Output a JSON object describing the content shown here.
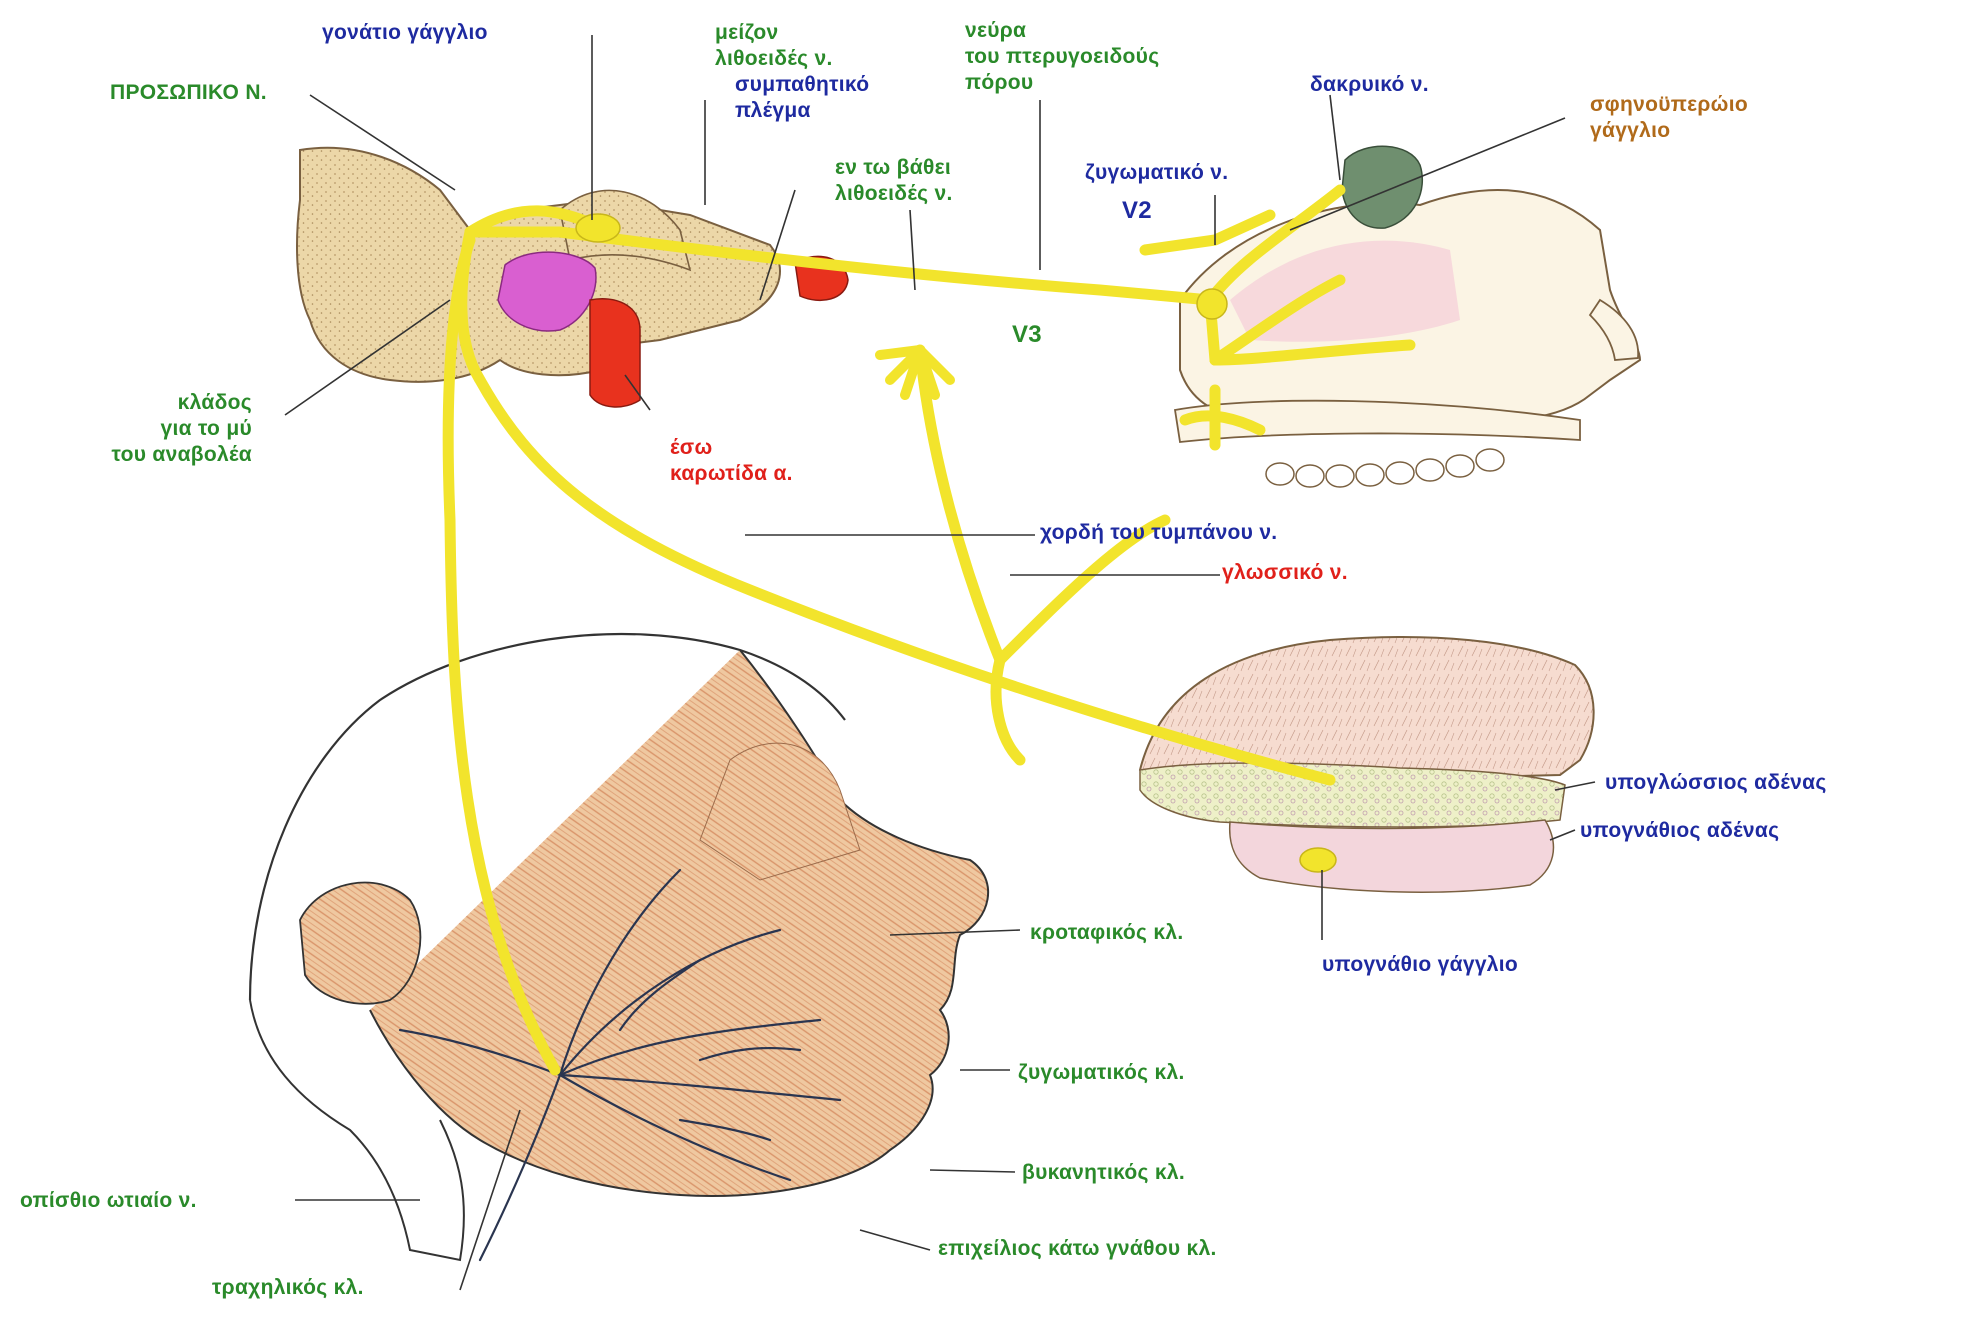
{
  "labels": {
    "facial_nerve": "ΠΡΟΣΩΠΙΚΟ Ν.",
    "geniculate_ganglion": "γονάτιο γάγγλιο",
    "greater_petrosal": "μείζον\nλιθοειδές ν.",
    "sympathetic_plexus": "συμπαθητικό\nπλέγμα",
    "deep_petrosal": "εν τω βάθει\nλιθοειδές ν.",
    "pterygoid_canal_nerve": "νεύρα\nτου πτερυγοειδούς\nπόρου",
    "lacrimal_nerve": "δακρυικό ν.",
    "pterygopalatine_ganglion": "σφηνοϋπερώιο\nγάγγλιο",
    "zygomatic_nerve": "ζυγωματικό ν.",
    "v2": "V2",
    "v3": "V3",
    "stapedius_branch": "κλάδος\nγια το μύ\nτου αναβολέα",
    "internal_carotid": "έσω\nκαρωτίδα α.",
    "chorda_tympani": "χορδή του τυμπάνου ν.",
    "lingual_nerve": "γλωσσικό ν.",
    "sublingual_gland": "υπογλώσσιος αδένας",
    "submandibular_gland": "υπογνάθιος αδένας",
    "submandibular_ganglion": "υπογνάθιο γάγγλιο",
    "temporal_branch": "κροταφικός κλ.",
    "zygomatic_branch": "ζυγωματικός κλ.",
    "buccal_branch": "βυκανητικός κλ.",
    "marginal_mandibular_branch": "επιχείλιος κάτω γνάθου κλ.",
    "posterior_auricular": "οπίσθιο ωτιαίο ν.",
    "cervical_branch": "τραχηλικός κλ."
  },
  "colors": {
    "nerve": "#f2e42c",
    "bone": "#ecd7a8",
    "carotid": "#e8321e",
    "pink_region": "#d95fd0",
    "ganglion": "#6f8f6f",
    "muscle": "#e9b98e",
    "label_green": "#2a8a2a",
    "label_blue": "#1e2aa0",
    "label_red": "#e0201a",
    "label_brown": "#b06a1a"
  }
}
